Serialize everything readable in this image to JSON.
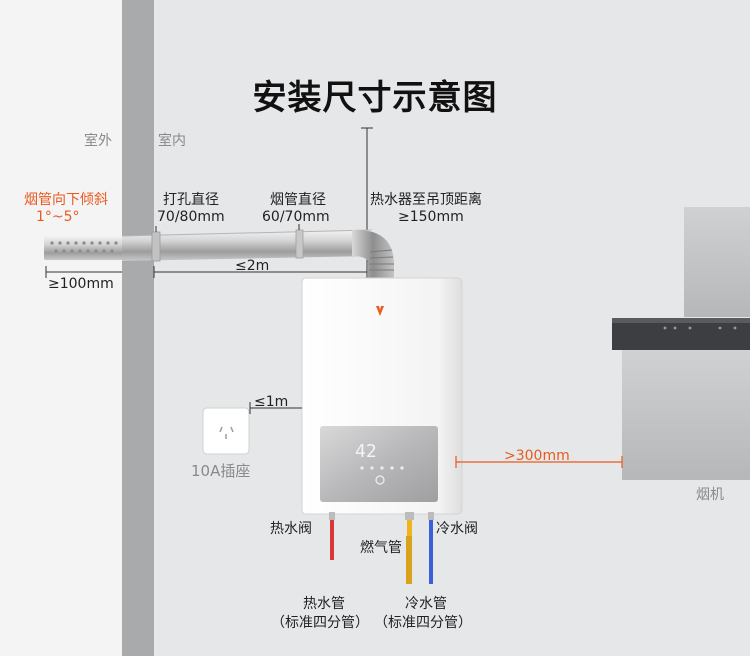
{
  "title": "安装尺寸示意图",
  "zones": {
    "outdoor": "室外",
    "indoor": "室内"
  },
  "flue_slope": {
    "label": "烟管向下倾斜",
    "angle": "1°~5°"
  },
  "hole_diameter": {
    "label": "打孔直径",
    "value": "70/80mm"
  },
  "pipe_diameter": {
    "label": "烟管直径",
    "value": "60/70mm"
  },
  "ceiling_distance": {
    "label": "热水器至吊顶距离",
    "value": "≥150mm"
  },
  "outdoor_extension": "≥100mm",
  "pipe_length": "≤2m",
  "socket_distance": "≤1m",
  "socket_label": "10A插座",
  "hood_distance": ">300mm",
  "hood_label": "烟机",
  "heater_display": "42",
  "pipes": {
    "hot_valve": "热水阀",
    "gas_pipe": "燃气管",
    "cold_valve": "冷水阀",
    "hot_pipe": "热水管",
    "hot_pipe_note": "（标准四分管）",
    "cold_pipe": "冷水管",
    "cold_pipe_note": "（标准四分管）"
  },
  "colors": {
    "accent": "#e85a1e",
    "hot": "#d8383a",
    "cold": "#3b5fd6",
    "gas": "#f0b21d"
  }
}
